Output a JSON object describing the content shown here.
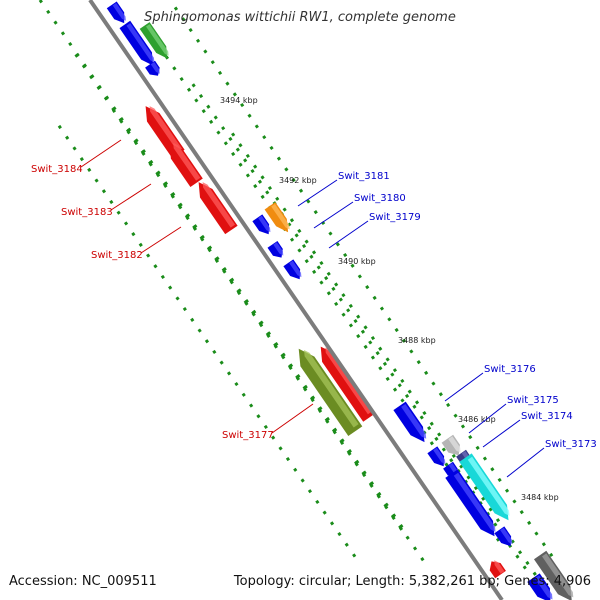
{
  "title": "Sphingomonas wittichii RW1, complete genome",
  "footer": {
    "accession": "Accession: NC_009511",
    "summary": "Topology: circular; Length: 5,382,261 bp; Genes: 4,906"
  },
  "colors": {
    "forward_label": "#0000cc",
    "reverse_label": "#cc0000",
    "gc_dots": "#1a8c1a",
    "backbone": "#8a8a8a"
  },
  "ticks": [
    "3494 kbp",
    "3492 kbp",
    "3490 kbp",
    "3488 kbp",
    "3486 kbp",
    "3484 kbp"
  ],
  "genes": {
    "forward": [
      "Swit_3181",
      "Swit_3180",
      "Swit_3179",
      "Swit_3176",
      "Swit_3175",
      "Swit_3174",
      "Swit_3173"
    ],
    "reverse": [
      "Swit_3184",
      "Swit_3183",
      "Swit_3182",
      "Swit_3177"
    ]
  }
}
